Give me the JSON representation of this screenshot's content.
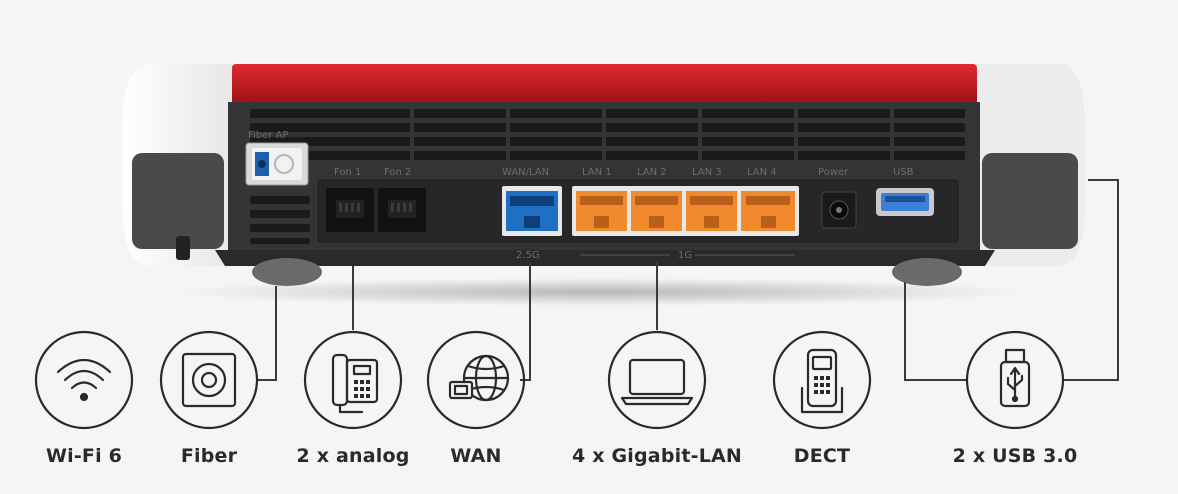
{
  "device": {
    "port_labels": {
      "fiber": "Fiber AP",
      "fon1": "Fon 1",
      "fon2": "Fon 2",
      "wan": "WAN/LAN",
      "lan1": "LAN 1",
      "lan2": "LAN 2",
      "lan3": "LAN 3",
      "lan4": "LAN 4",
      "power": "Power",
      "usb": "USB",
      "wan_speed": "2.5G",
      "lan_speed": "1G"
    }
  },
  "features": [
    {
      "label": "Wi-Fi 6",
      "icon": "wifi-icon"
    },
    {
      "label": "Fiber",
      "icon": "fiber-icon"
    },
    {
      "label": "2 x analog",
      "icon": "phone-icon"
    },
    {
      "label": "WAN",
      "icon": "globe-icon"
    },
    {
      "label": "4 x Gigabit-LAN",
      "icon": "laptop-icon"
    },
    {
      "label": "DECT",
      "icon": "cordless-phone-icon"
    },
    {
      "label": "2 x USB 3.0",
      "icon": "usb-icon"
    }
  ],
  "colors": {
    "background": "#f5f5f5",
    "body_red": "#c0161c",
    "body_dark": "#3a3a3c",
    "panel": "#2c2c2e",
    "lan_orange": "#f08a2c",
    "wan_blue": "#1f6fc4",
    "usb_blue": "#3b7fd9"
  }
}
